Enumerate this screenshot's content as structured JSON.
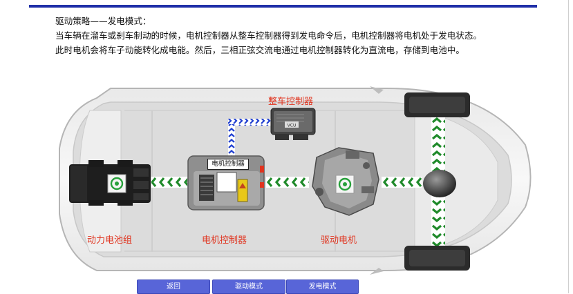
{
  "heading": "驱动策略——发电模式：",
  "desc_line1": "当车辆在溜车或刹车制动的时候，电机控制器从整车控制器得到发电命令后，电机控制器将电机处于发电状态。",
  "desc_line2": "此时电机会将车子动能转化成电能。然后，三相正弦交流电通过电机控制器转化为直流电，存储到电池中。",
  "labels": {
    "vcu": "整车控制器",
    "battery": "动力电池组",
    "controller": "电机控制器",
    "motor": "驱动电机",
    "controller_tag": "电机控制器",
    "vcu_tag": "VCU"
  },
  "buttons": {
    "back": "返回",
    "drive_mode": "驱动模式",
    "generate_mode": "发电模式"
  },
  "colors": {
    "flow_arrow": "#1f8a2a",
    "signal_arrow": "#1f3fd0",
    "label_text": "#e0341f",
    "button": "#5865d8"
  }
}
